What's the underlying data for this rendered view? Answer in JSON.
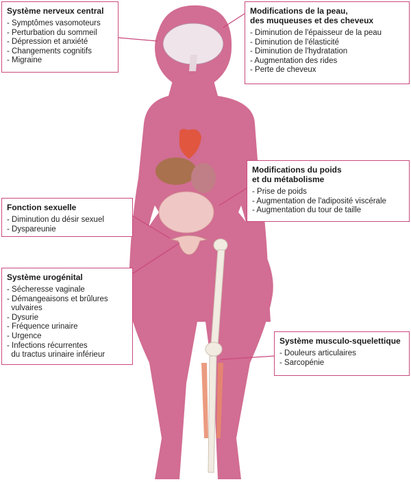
{
  "colors": {
    "body": "#d26d93",
    "border": "#c9497c",
    "bone": "#f1ebe2"
  },
  "boxes": {
    "cns": {
      "title": "Système nerveux central",
      "items": [
        "- Symptômes vasomoteurs",
        "- Perturbation du sommeil",
        "- Dépression et anxiété",
        "- Changements cognitifs",
        "- Migraine"
      ]
    },
    "skin": {
      "title": "Modifications de la peau,\ndes muqueuses et des cheveux",
      "items": [
        "- Diminution de l'épaisseur de la peau",
        "- Diminution de l'élasticité",
        "- Diminution de l'hydratation",
        "- Augmentation des rides",
        "- Perte de cheveux"
      ]
    },
    "weight": {
      "title": "Modifications du poids\net du métabolisme",
      "items": [
        "- Prise de poids",
        "- Augmentation de l'adiposité viscérale",
        "- Augmentation du tour de taille"
      ]
    },
    "sexual": {
      "title": "Fonction sexuelle",
      "items": [
        "- Diminution du désir sexuel",
        "- Dyspareunie"
      ]
    },
    "urogenital": {
      "title": "Système urogénital",
      "items": [
        "- Sécheresse vaginale",
        "- Démangeaisons et brûlures\n  vulvaires",
        "- Dysurie",
        "- Fréquence urinaire",
        "- Urgence",
        "- Infections récurrentes\n  du tractus urinaire inférieur"
      ]
    },
    "musculo": {
      "title": "Système musculo-squelettique",
      "items": [
        "- Douleurs articulaires",
        "- Sarcopénie"
      ]
    }
  }
}
